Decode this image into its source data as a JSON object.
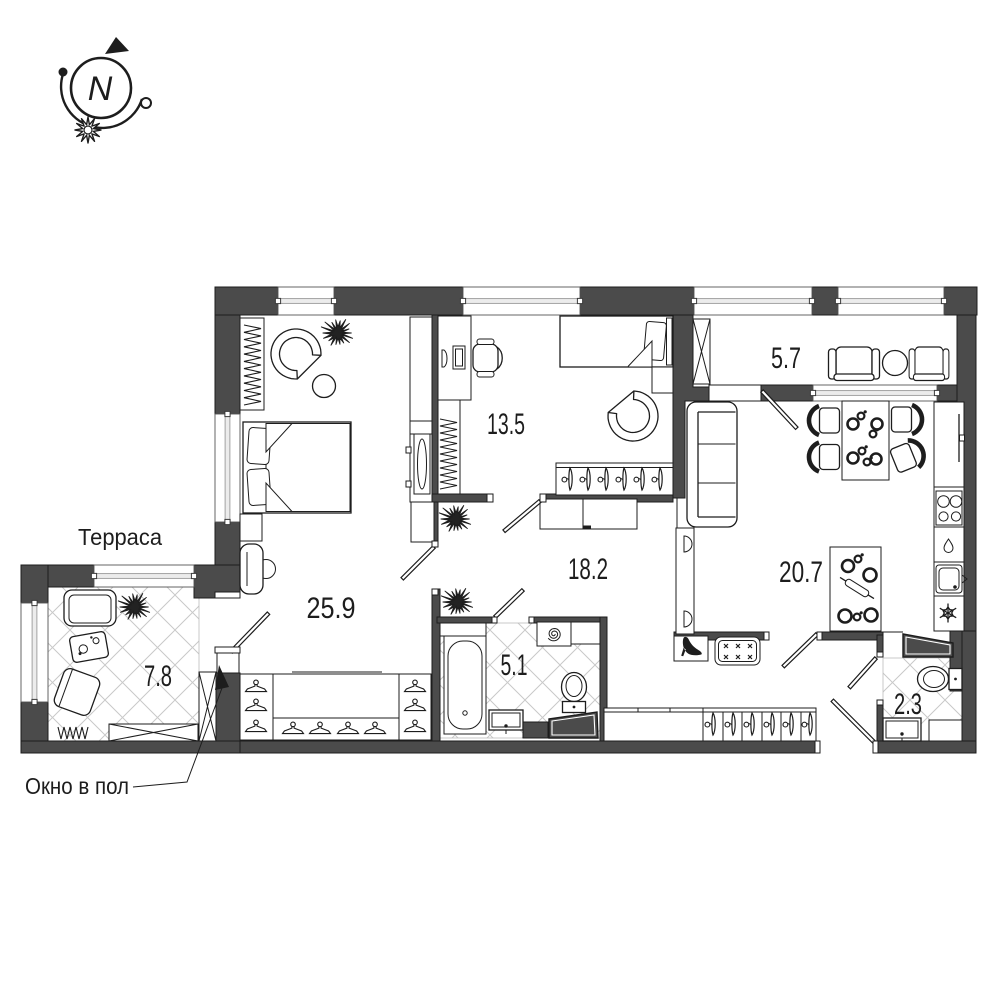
{
  "page": {
    "type": "apartment floor plan"
  },
  "compass": {
    "label": "N"
  },
  "annotations": {
    "terrace": "Терраса",
    "floor_window": "Окно в пол"
  },
  "rooms": [
    {
      "name": "bedroom",
      "area": "25.9"
    },
    {
      "name": "kids-room",
      "area": "13.5"
    },
    {
      "name": "hallway",
      "area": "18.2"
    },
    {
      "name": "balcony",
      "area": "5.7"
    },
    {
      "name": "kitchen-living-room",
      "area": "20.7"
    },
    {
      "name": "terrace",
      "area": "7.8"
    },
    {
      "name": "bathroom",
      "area": "5.1"
    },
    {
      "name": "wc",
      "area": "2.3"
    }
  ],
  "colors": {
    "wall": "#4b4b4b",
    "line": "#1d1d1d",
    "window_fill": "#ededed",
    "window_line": "#9a9a9a",
    "hatch": "#c9c9c9",
    "background": "#ffffff",
    "text": "#1a1a1a"
  }
}
